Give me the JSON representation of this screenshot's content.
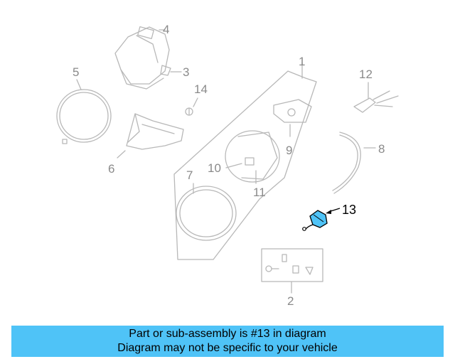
{
  "callouts": {
    "c1": "1",
    "c2": "2",
    "c3": "3",
    "c4": "4",
    "c5": "5",
    "c6": "6",
    "c7": "7",
    "c8": "8",
    "c9": "9",
    "c10": "10",
    "c11": "11",
    "c12": "12",
    "c13": "13",
    "c14": "14"
  },
  "highlighted_part": "13",
  "colors": {
    "banner": "#4fc3f7",
    "highlight_part": "#4fc3f7",
    "line_art": "#b8b8b8"
  },
  "banner": {
    "line1": "Part or sub-assembly is #13 in diagram",
    "line2": "Diagram may not be specific to your vehicle"
  }
}
